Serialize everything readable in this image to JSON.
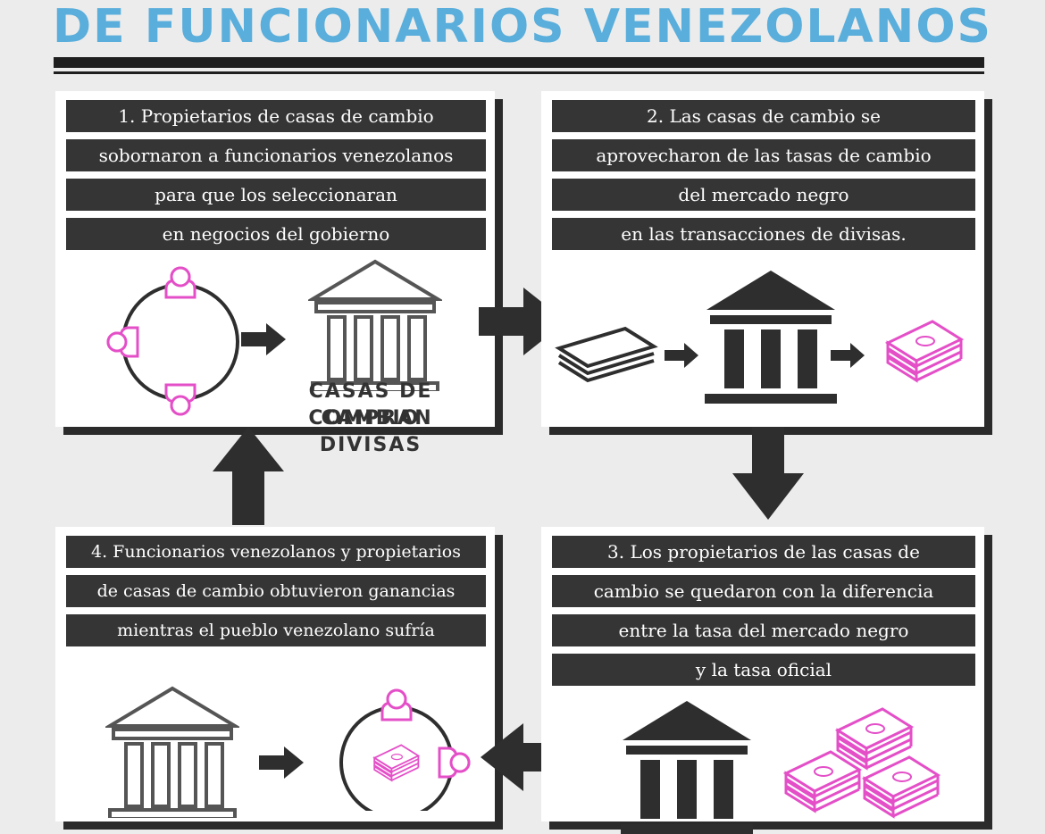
{
  "title": "DE FUNCIONARIOS VENEZOLANOS",
  "colors": {
    "accent": "#5aaedb",
    "magenta": "#e44fc8",
    "dark": "#353535"
  },
  "steps": [
    {
      "lines": [
        "1. Propietarios de casas de cambio",
        "sobornaron a funcionarios venezolanos",
        "para que los seleccionaran",
        "en negocios del gobierno"
      ],
      "caption": [
        "CASAS DE CAMBIO",
        "COMPRAN DIVISAS"
      ]
    },
    {
      "lines": [
        "2. Las casas de cambio se",
        "aprovecharon de las tasas de cambio",
        "del mercado negro",
        "en las transacciones de divisas."
      ]
    },
    {
      "lines": [
        "3. Los propietarios de las casas de",
        "cambio se quedaron con la diferencia",
        "entre la tasa del mercado negro",
        "y la tasa oficial"
      ]
    },
    {
      "lines": [
        "4. Funcionarios venezolanos y propietarios",
        "de casas de cambio obtuvieron ganancias",
        "mientras el pueblo venezolano sufría"
      ]
    }
  ],
  "icons": [
    "people-circle-icon",
    "bank-outline-icon",
    "bank-solid-icon",
    "money-stack-icon",
    "cash-bills-icon",
    "arrow-icon"
  ]
}
